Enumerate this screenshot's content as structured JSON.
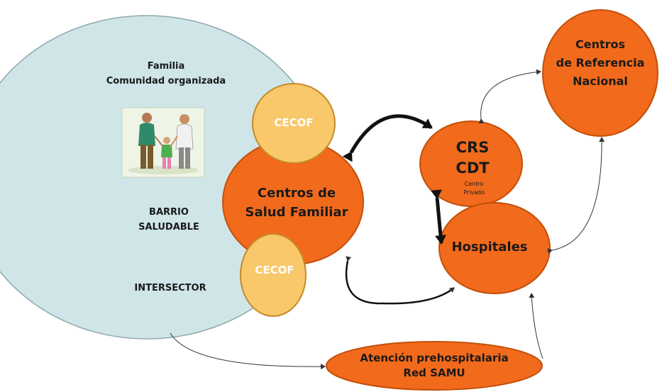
{
  "colors": {
    "community_fill": "#cfe5e8",
    "orange": "#f26a1b",
    "orange_stroke": "#c24f0a",
    "cecof_fill": "#f9c86b",
    "cecof_stroke": "#c58a2a",
    "cecof_text": "#ffffff",
    "dark_text": "#1a1a1a",
    "arrow": "#333333"
  },
  "community": {
    "line1": "Familia",
    "line2": "Comunidad organizada",
    "barrio1": "BARRIO",
    "barrio2": "SALUDABLE",
    "intersector": "INTERSECTOR"
  },
  "family_image_icon": "family-illustration",
  "cecof_top": "CECOF",
  "cecof_bottom": "CECOF",
  "cesfam": {
    "line1": "Centros de",
    "line2": "Salud Familiar"
  },
  "crs": {
    "line1": "CRS",
    "line2": "CDT",
    "line3": "Centro",
    "line4": "Privado"
  },
  "hospitales": "Hospitales",
  "nacional": {
    "line1": "Centros",
    "line2": "de Referencia",
    "line3": "Nacional"
  },
  "samu": {
    "line1": "Atención prehospitalaria",
    "line2": "Red SAMU"
  }
}
